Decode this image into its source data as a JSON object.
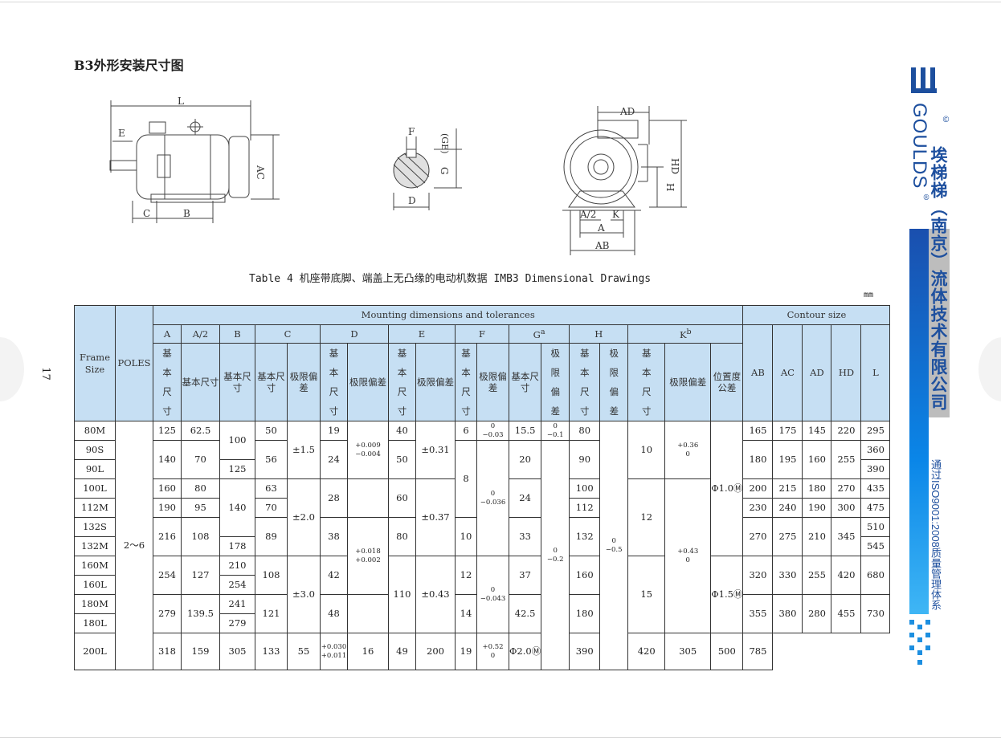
{
  "page": {
    "section_title": "B3外形安装尺寸图",
    "page_number": "17",
    "unit": "mm"
  },
  "caption": "Table 4 机座带底脚、端盖上无凸缘的电动机数据 IMB3 Dimensional Drawings",
  "drawing_labels": {
    "side": {
      "L": "L",
      "E": "E",
      "C": "C",
      "B": "B",
      "AC": "AC"
    },
    "shaft": {
      "F": "F",
      "GE": "(GE)",
      "G": "G",
      "D": "D"
    },
    "front": {
      "AD": "AD",
      "HD": "HD",
      "H": "H",
      "A2": "A/2",
      "K": "K",
      "A": "A",
      "AB": "AB"
    }
  },
  "table": {
    "h_frame": "Frame Size",
    "h_poles": "POLES",
    "h_mounting": "Mounting dimensions and tolerances",
    "h_contour": "Contour size",
    "cols": {
      "A": "A",
      "A2": "A/2",
      "B": "B",
      "C": "C",
      "D": "D",
      "E": "E",
      "F": "F",
      "G": "G",
      "G_sup": "a",
      "H": "H",
      "K": "K",
      "K_sup": "b"
    },
    "sub": {
      "basic4": "基本尺寸",
      "basic": "基本尺寸",
      "tol": "极限偏差",
      "pos": "位置度公差"
    },
    "contour_cols": {
      "AB": "AB",
      "AC": "AC",
      "AD": "AD",
      "HD": "HD",
      "L": "L"
    },
    "frames": [
      "80M",
      "90S",
      "90L",
      "100L",
      "112M",
      "132S",
      "132M",
      "160M",
      "160L",
      "180M",
      "180L",
      "200L"
    ],
    "poles": "2～6",
    "A": [
      "125",
      "140",
      "160",
      "190",
      "216",
      "254",
      "279",
      "318"
    ],
    "A2": [
      "62.5",
      "70",
      "80",
      "95",
      "108",
      "127",
      "139.5",
      "159"
    ],
    "B": [
      "100",
      "125",
      "140",
      "178",
      "210",
      "254",
      "241",
      "279",
      "305"
    ],
    "C": [
      "50",
      "56",
      "63",
      "70",
      "89",
      "108",
      "121",
      "133"
    ],
    "C_tol": [
      "±1.5",
      "±2.0",
      "±3.0"
    ],
    "D": [
      "19",
      "24",
      "28",
      "38",
      "42",
      "48",
      "55"
    ],
    "D_tol": [
      [
        "+0.009",
        "−0.004"
      ],
      [
        "+0.018",
        "+0.002"
      ],
      [
        "+0.030",
        "+0.011"
      ]
    ],
    "E": [
      "40",
      "50",
      "60",
      "80",
      "110"
    ],
    "E_tol": [
      "±0.31",
      "±0.37",
      "±0.43"
    ],
    "F": [
      "6",
      "8",
      "10",
      "12",
      "14",
      "16"
    ],
    "F_tol": [
      [
        "0",
        "−0.03"
      ],
      [
        "0",
        "−0.036"
      ],
      [
        "0",
        "−0.043"
      ]
    ],
    "G": [
      "15.5",
      "20",
      "24",
      "33",
      "37",
      "42.5",
      "49"
    ],
    "G_tol": [
      [
        "0",
        "−0.1"
      ],
      [
        "0",
        "−0.2"
      ]
    ],
    "H": [
      "80",
      "90",
      "100",
      "112",
      "132",
      "160",
      "180",
      "200"
    ],
    "H_tol": [
      "0",
      "−0.5"
    ],
    "K": [
      "10",
      "12",
      "15",
      "19"
    ],
    "K_tol": [
      [
        "+0.36",
        "0"
      ],
      [
        "+0.43",
        "0"
      ],
      [
        "+0.52",
        "0"
      ]
    ],
    "K_pos": [
      "Φ1.0Ⓜ",
      "Φ1.5Ⓜ",
      "Φ2.0Ⓜ"
    ],
    "AB": [
      "165",
      "180",
      "200",
      "230",
      "270",
      "320",
      "355",
      "390"
    ],
    "AC": [
      "175",
      "195",
      "215",
      "240",
      "275",
      "330",
      "380",
      "420"
    ],
    "AD": [
      "145",
      "160",
      "180",
      "190",
      "210",
      "255",
      "280",
      "305"
    ],
    "HD": [
      "220",
      "255",
      "270",
      "300",
      "345",
      "420",
      "455",
      "500"
    ],
    "L": [
      "295",
      "360",
      "390",
      "435",
      "475",
      "510",
      "545",
      "680",
      "730",
      "785"
    ]
  },
  "brand": {
    "logo_name": "GOULDS",
    "reg": "®",
    "copy": "©",
    "company": "埃梯梯（南京）流体技术有限公司",
    "cert": "通过ISO9001:2008质量管理体系"
  },
  "colors": {
    "header_bg": "#c6dff3",
    "blue_bar": "#1a6fd0",
    "grey_bar": "#bdbdbd",
    "logo_blue": "#1d4f9e"
  }
}
